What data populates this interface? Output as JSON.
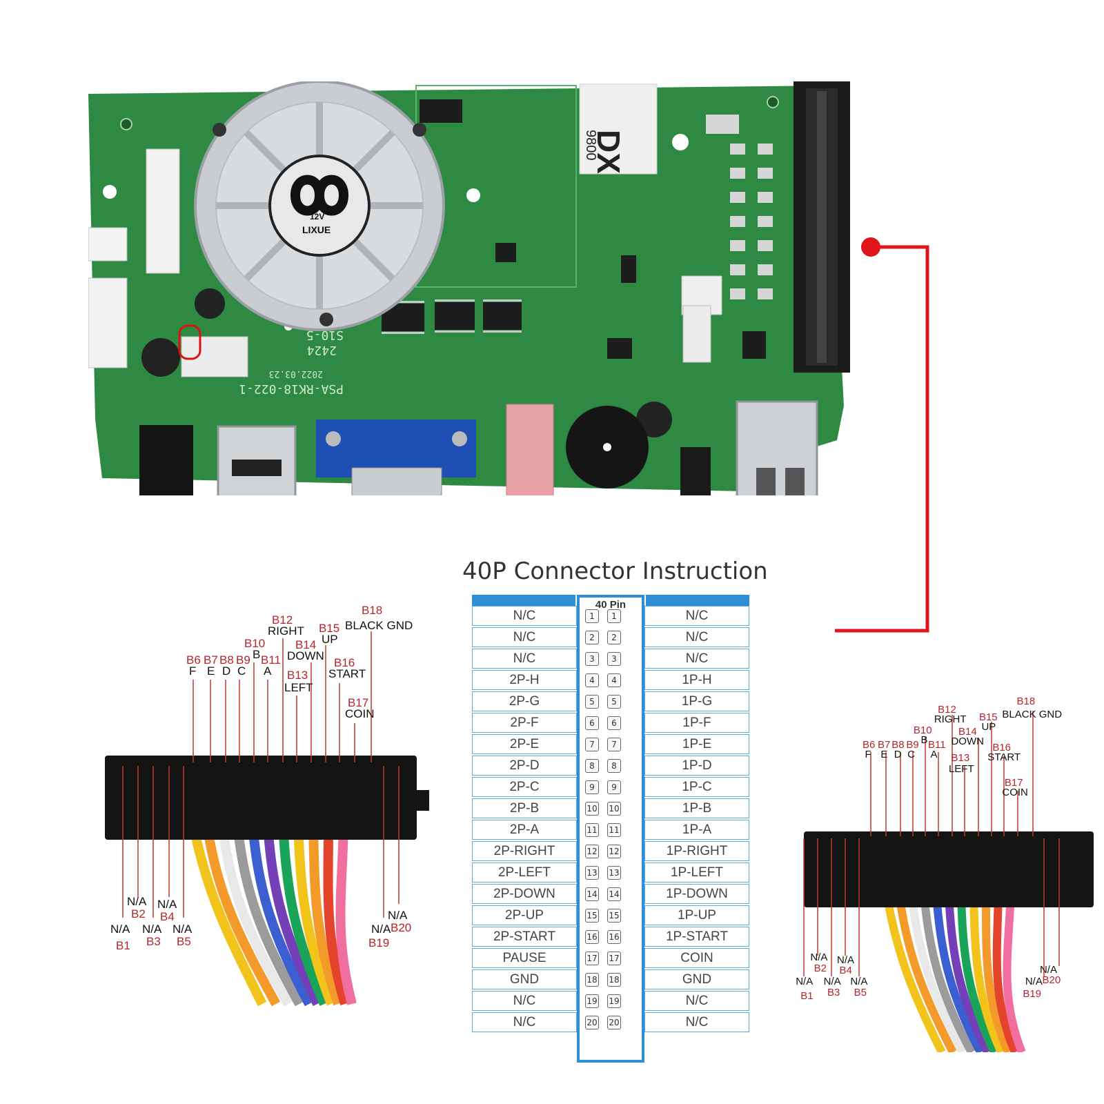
{
  "board": {
    "fan_text": "12V",
    "fan_brand": "LIXUE",
    "label_dx": "DX",
    "label_num": "9800",
    "silk_model": "PSA-RK18-022-1",
    "silk_date": "2022.03.23",
    "silk_s": "S10-5",
    "silk_code": "2424"
  },
  "title": "40P Connector Instruction",
  "table": {
    "pin_header": "40 Pin",
    "left": [
      "N/C",
      "N/C",
      "N/C",
      "2P-H",
      "2P-G",
      "2P-F",
      "2P-E",
      "2P-D",
      "2P-C",
      "2P-B",
      "2P-A",
      "2P-RIGHT",
      "2P-LEFT",
      "2P-DOWN",
      "2P-UP",
      "2P-START",
      "PAUSE",
      "GND",
      "N/C",
      "N/C"
    ],
    "right": [
      "N/C",
      "N/C",
      "N/C",
      "1P-H",
      "1P-G",
      "1P-F",
      "1P-E",
      "1P-D",
      "1P-C",
      "1P-B",
      "1P-A",
      "1P-RIGHT",
      "1P-LEFT",
      "1P-DOWN",
      "1P-UP",
      "1P-START",
      "COIN",
      "GND",
      "N/C",
      "N/C"
    ],
    "pins": [
      "1",
      "2",
      "3",
      "4",
      "5",
      "6",
      "7",
      "8",
      "9",
      "10",
      "11",
      "12",
      "13",
      "14",
      "15",
      "16",
      "17",
      "18",
      "19",
      "20"
    ]
  },
  "connector": {
    "b6": "B6",
    "f": "F",
    "b7": "B7",
    "e": "E",
    "b8": "B8",
    "d": "D",
    "b9": "B9",
    "c": "C",
    "b10": "B10",
    "b": "B",
    "b11": "B11",
    "a": "A",
    "b12": "B12",
    "right": "RIGHT",
    "b13": "B13",
    "left": "LEFT",
    "b14": "B14",
    "down": "DOWN",
    "b15": "B15",
    "up": "UP",
    "b16": "B16",
    "start": "START",
    "b17": "B17",
    "coin": "COIN",
    "b18": "B18",
    "black_gnd": "BLACK GND",
    "na": "N/A",
    "b1": "B1",
    "b2": "B2",
    "b3": "B3",
    "b4": "B4",
    "b5": "B5",
    "b19": "B19",
    "b20": "B20"
  },
  "colors": {
    "pcb": "#2e8a43",
    "table_blue": "#2f8fd6",
    "pointer_red": "#e0141b",
    "label_red": "#b3262b"
  }
}
